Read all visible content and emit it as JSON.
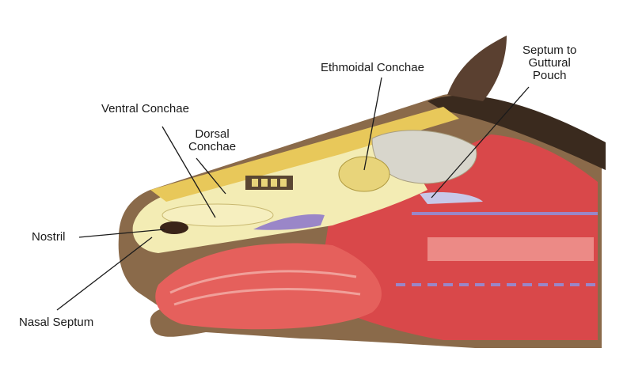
{
  "labels": {
    "ventral_conchae": "Ventral Conchae",
    "dorsal_conchae_line1": "Dorsal",
    "dorsal_conchae_line2": "Conchae",
    "ethmoidal_conchae": "Ethmoidal Conchae",
    "septum_line1": "Septum to",
    "septum_line2": "Guttural",
    "septum_line3": "Pouch",
    "nostril": "Nostril",
    "nasal_septum": "Nasal Septum"
  },
  "colors": {
    "skin": "#8a6a4a",
    "mane": "#3a2a1e",
    "muscle": "#d9484a",
    "muscle_light": "#ec8a86",
    "cavity": "#f3ecb4",
    "bone": "#e8c85a",
    "line": "#1a1a1a"
  }
}
